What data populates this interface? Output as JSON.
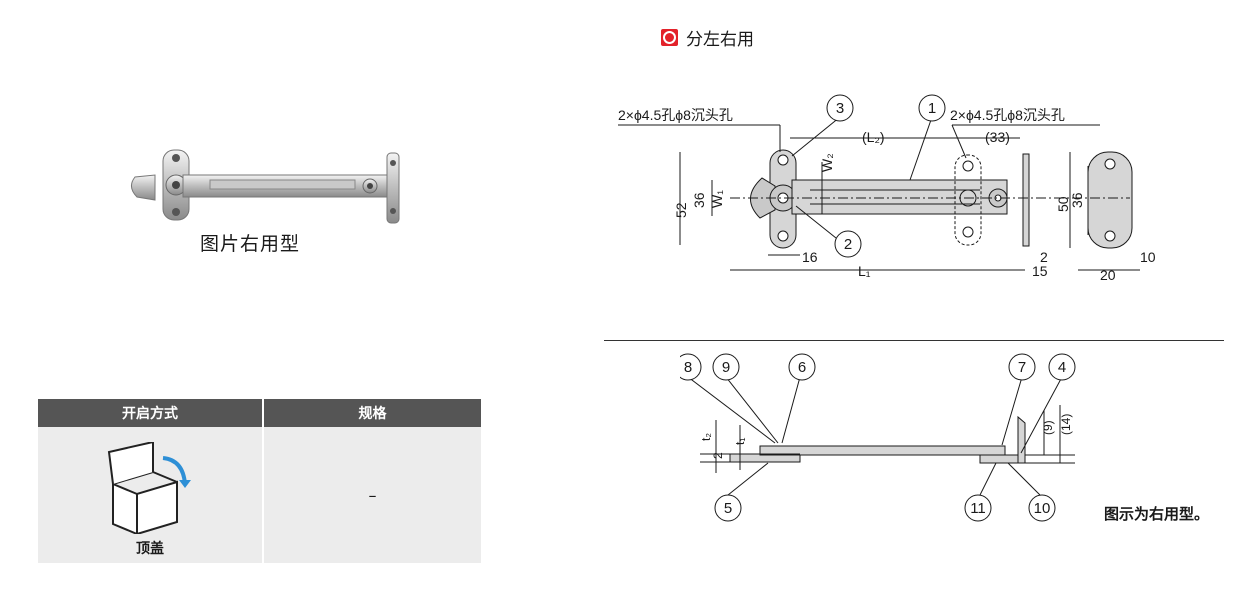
{
  "photo": {
    "caption": "图片右用型"
  },
  "legend": {
    "label": "分左右用",
    "color": "#e3222a"
  },
  "spec_table": {
    "headers": [
      "开启方式",
      "规格"
    ],
    "opening_label": "顶盖",
    "spec_value": "–"
  },
  "top_view": {
    "hole_left": "2×ϕ4.5孔ϕ8沉头孔",
    "hole_right": "2×ϕ4.5孔ϕ8沉头孔",
    "balloons": [
      "3",
      "1",
      "2"
    ],
    "dims": {
      "L2": "(L₂)",
      "d33": "(33)",
      "W2": "W₂",
      "W1": "W₁",
      "d36a": "36",
      "d52": "52",
      "d16": "16",
      "L1": "L₁",
      "d2": "2",
      "d15": "15",
      "d50": "50",
      "d36b": "36",
      "d10": "10",
      "d20": "20"
    }
  },
  "side_view": {
    "balloons_top": [
      "8",
      "9",
      "6",
      "7",
      "4"
    ],
    "balloons_bottom": [
      "5",
      "11",
      "10"
    ],
    "dims": {
      "t2": "t₂",
      "t1": "t₁",
      "d2": "2",
      "d9": "(9)",
      "d14": "(14)"
    }
  },
  "note": "图示为右用型。"
}
